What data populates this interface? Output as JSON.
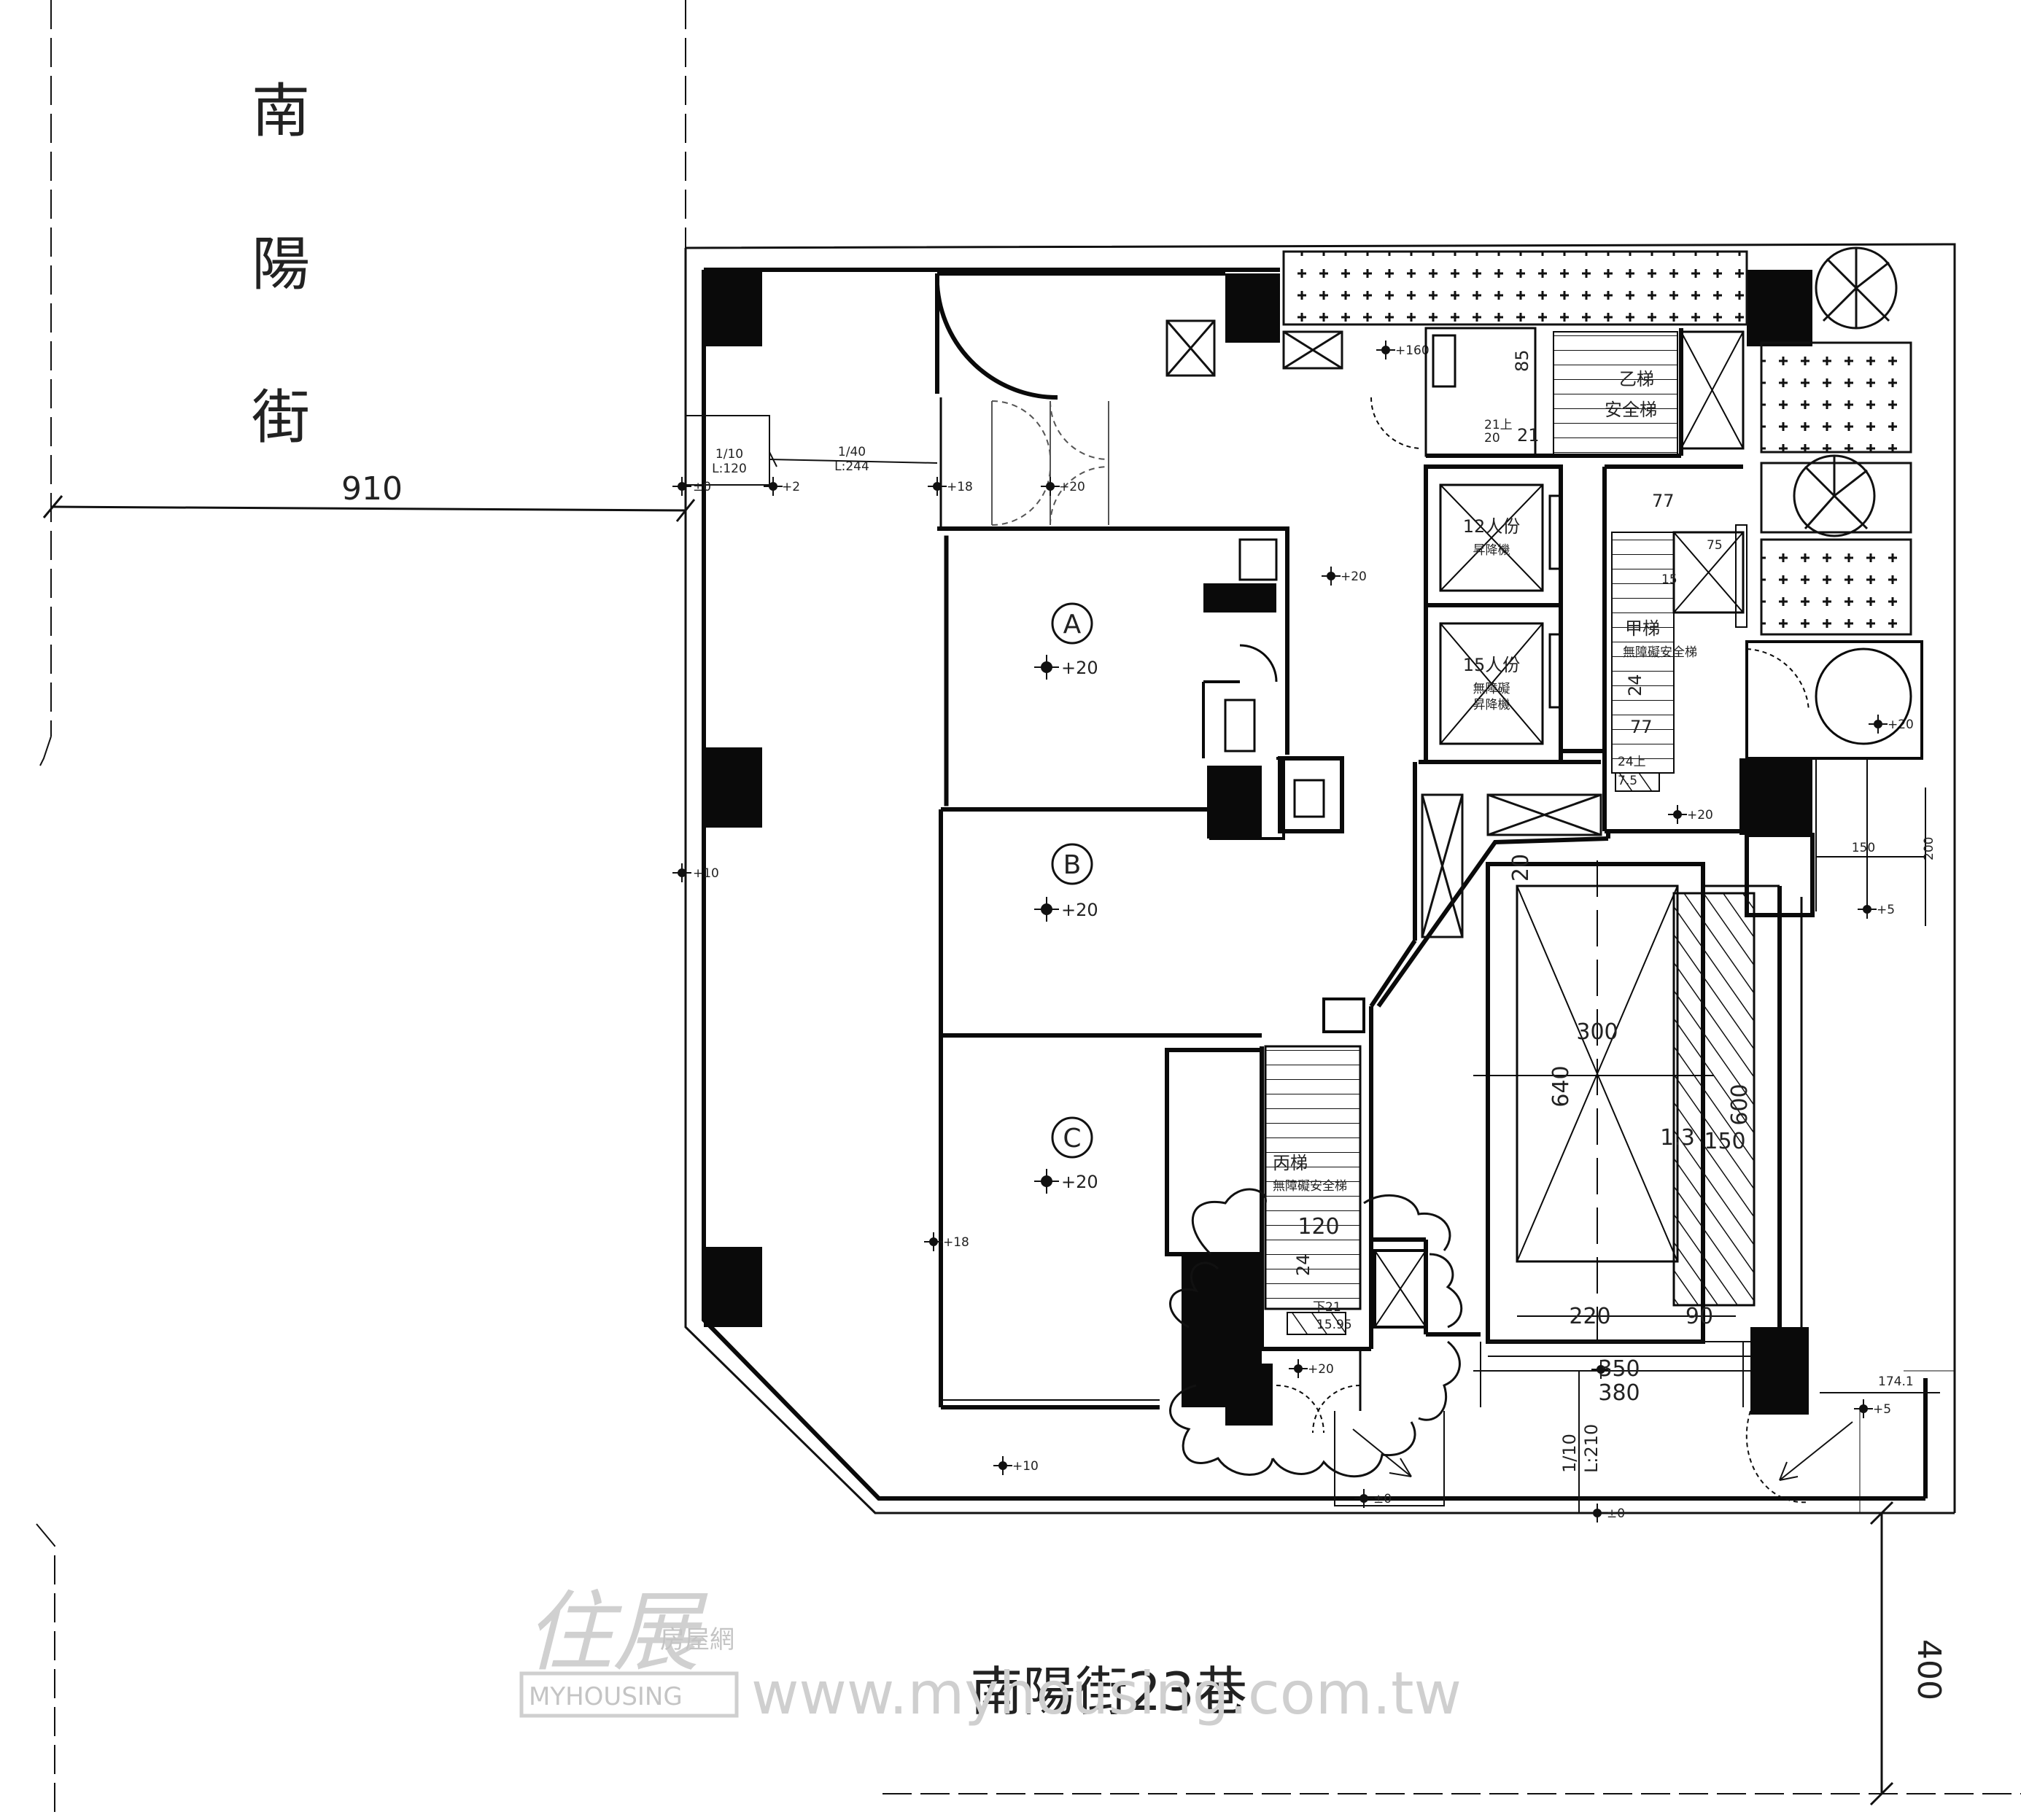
{
  "roads": {
    "west_street": "南陽街",
    "south_lane": "南陽街23巷"
  },
  "dimensions": {
    "west_setback": "910",
    "south_setback": "400",
    "ramp_slope_top_left": "1/10",
    "ramp_len_top_left": "L:120",
    "ramp_slope_top": "1/40",
    "ramp_len_top": "L:244",
    "ramp_slope_south": "1/10",
    "ramp_len_south": "L:210",
    "parking_width": "300",
    "parking_length": "640",
    "parking_side_length": "600",
    "parking_side_width": "150",
    "parking_ratio": "1.3",
    "parking_bottom_a": "220",
    "parking_bottom_b": "90",
    "platform_350": "350",
    "platform_380": "380",
    "dim_174": "174.1",
    "dim_150": "150",
    "dim_200": "200",
    "stair_b_85": "85",
    "stair_a_77_top": "77",
    "stair_a_77_bottom": "77",
    "stair_a_24": "24",
    "stair_a_75": "75",
    "stair_a_15": "15",
    "stair_c_120": "120",
    "stair_c_24": "24",
    "dim_20_mid": "20"
  },
  "levels": {
    "pm0": "±0",
    "pm0_b": "±0",
    "pm0_c": "±0",
    "p2": "+2",
    "p5": "+5",
    "p5_b": "+5",
    "p10": "+10",
    "p10_b": "+10",
    "p18": "+18",
    "p18_b": "+18",
    "p20_door": "+20",
    "p20_hall": "+20",
    "p20_a": "+20",
    "p20_b": "+20",
    "p20_c": "+20",
    "p20_stairA": "+20",
    "p20_round": "+20",
    "p20_stairC": "+20",
    "p160": "+160"
  },
  "rooms": [
    {
      "label": "A"
    },
    {
      "label": "B"
    },
    {
      "label": "C"
    }
  ],
  "elevators": {
    "small_capacity": "12人份",
    "small_type": "昇降機",
    "large_capacity": "15人份",
    "large_type1": "無障礙",
    "large_type2": "昇降機"
  },
  "stairs": {
    "b_name": "乙梯",
    "b_type": "安全梯",
    "b_steps_up": "21上",
    "b_steps_sub": "20",
    "b_count": "21",
    "a_name": "甲梯",
    "a_type": "無障礙安全梯",
    "a_steps_up": "24上",
    "a_steps_sub": "7.5",
    "c_name": "丙梯",
    "c_type": "無障礙安全梯",
    "c_steps_down": "下21",
    "c_steps_sub": "15.95"
  },
  "watermark": {
    "logo_cn": "住展",
    "logo_sub": "房屋網",
    "logo_en": "MYHOUSING",
    "url": "www.myhousing.com.tw"
  },
  "colors": {
    "ink": "#111111",
    "wall": "#0a0a0a",
    "watermark": "#cfcfcf"
  }
}
